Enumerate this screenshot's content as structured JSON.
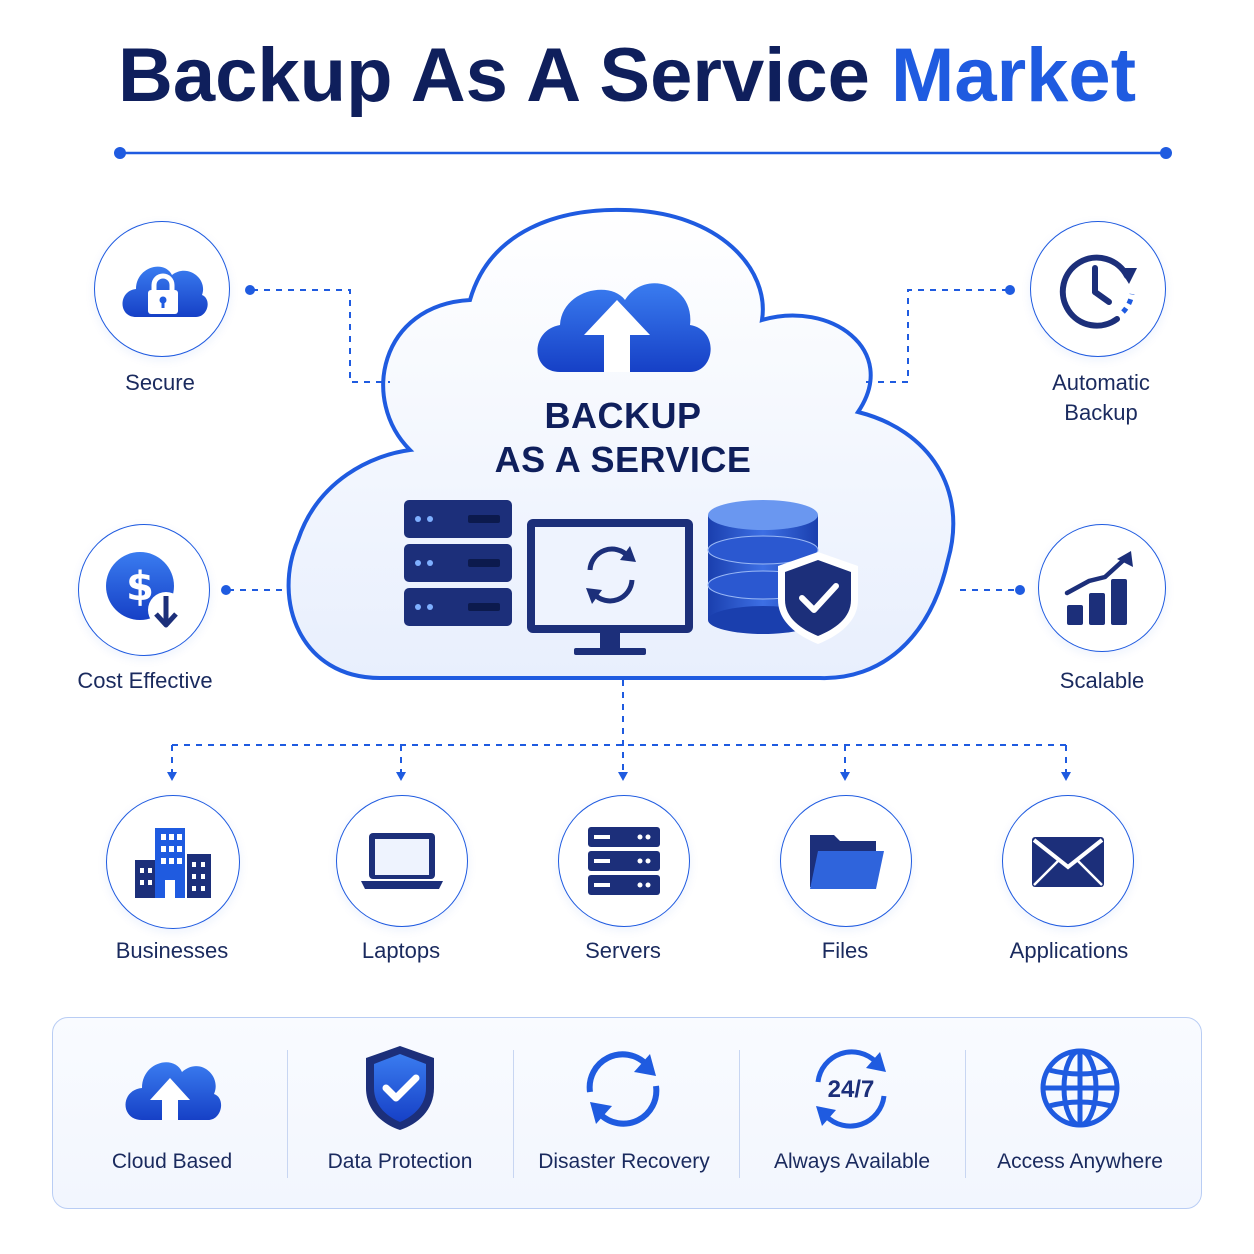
{
  "title": {
    "main": "Backup As A Service",
    "accent": "Market"
  },
  "center": {
    "line1": "BACKUP",
    "line2": "AS A SERVICE"
  },
  "benefits": {
    "secure": "Secure",
    "automatic_backup": "Automatic\nBackup",
    "cost_effective": "Cost Effective",
    "scalable": "Scalable"
  },
  "targets": [
    "Businesses",
    "Laptops",
    "Servers",
    "Files",
    "Applications"
  ],
  "features": [
    "Cloud Based",
    "Data Protection",
    "Disaster Recovery",
    "Always Available",
    "Access Anywhere"
  ],
  "badge_247": "24/7",
  "icons": {
    "secure": "cloud-lock-icon",
    "automatic_backup": "clock-refresh-icon",
    "cost_effective": "dollar-down-icon",
    "scalable": "growth-chart-icon",
    "businesses": "buildings-icon",
    "laptops": "laptop-icon",
    "servers": "server-rack-icon",
    "files": "folder-icon",
    "applications": "envelope-icon"
  },
  "colors": {
    "navy": "#0f1f5c",
    "accent": "#1f5be0",
    "light": "#e9f0fd"
  }
}
